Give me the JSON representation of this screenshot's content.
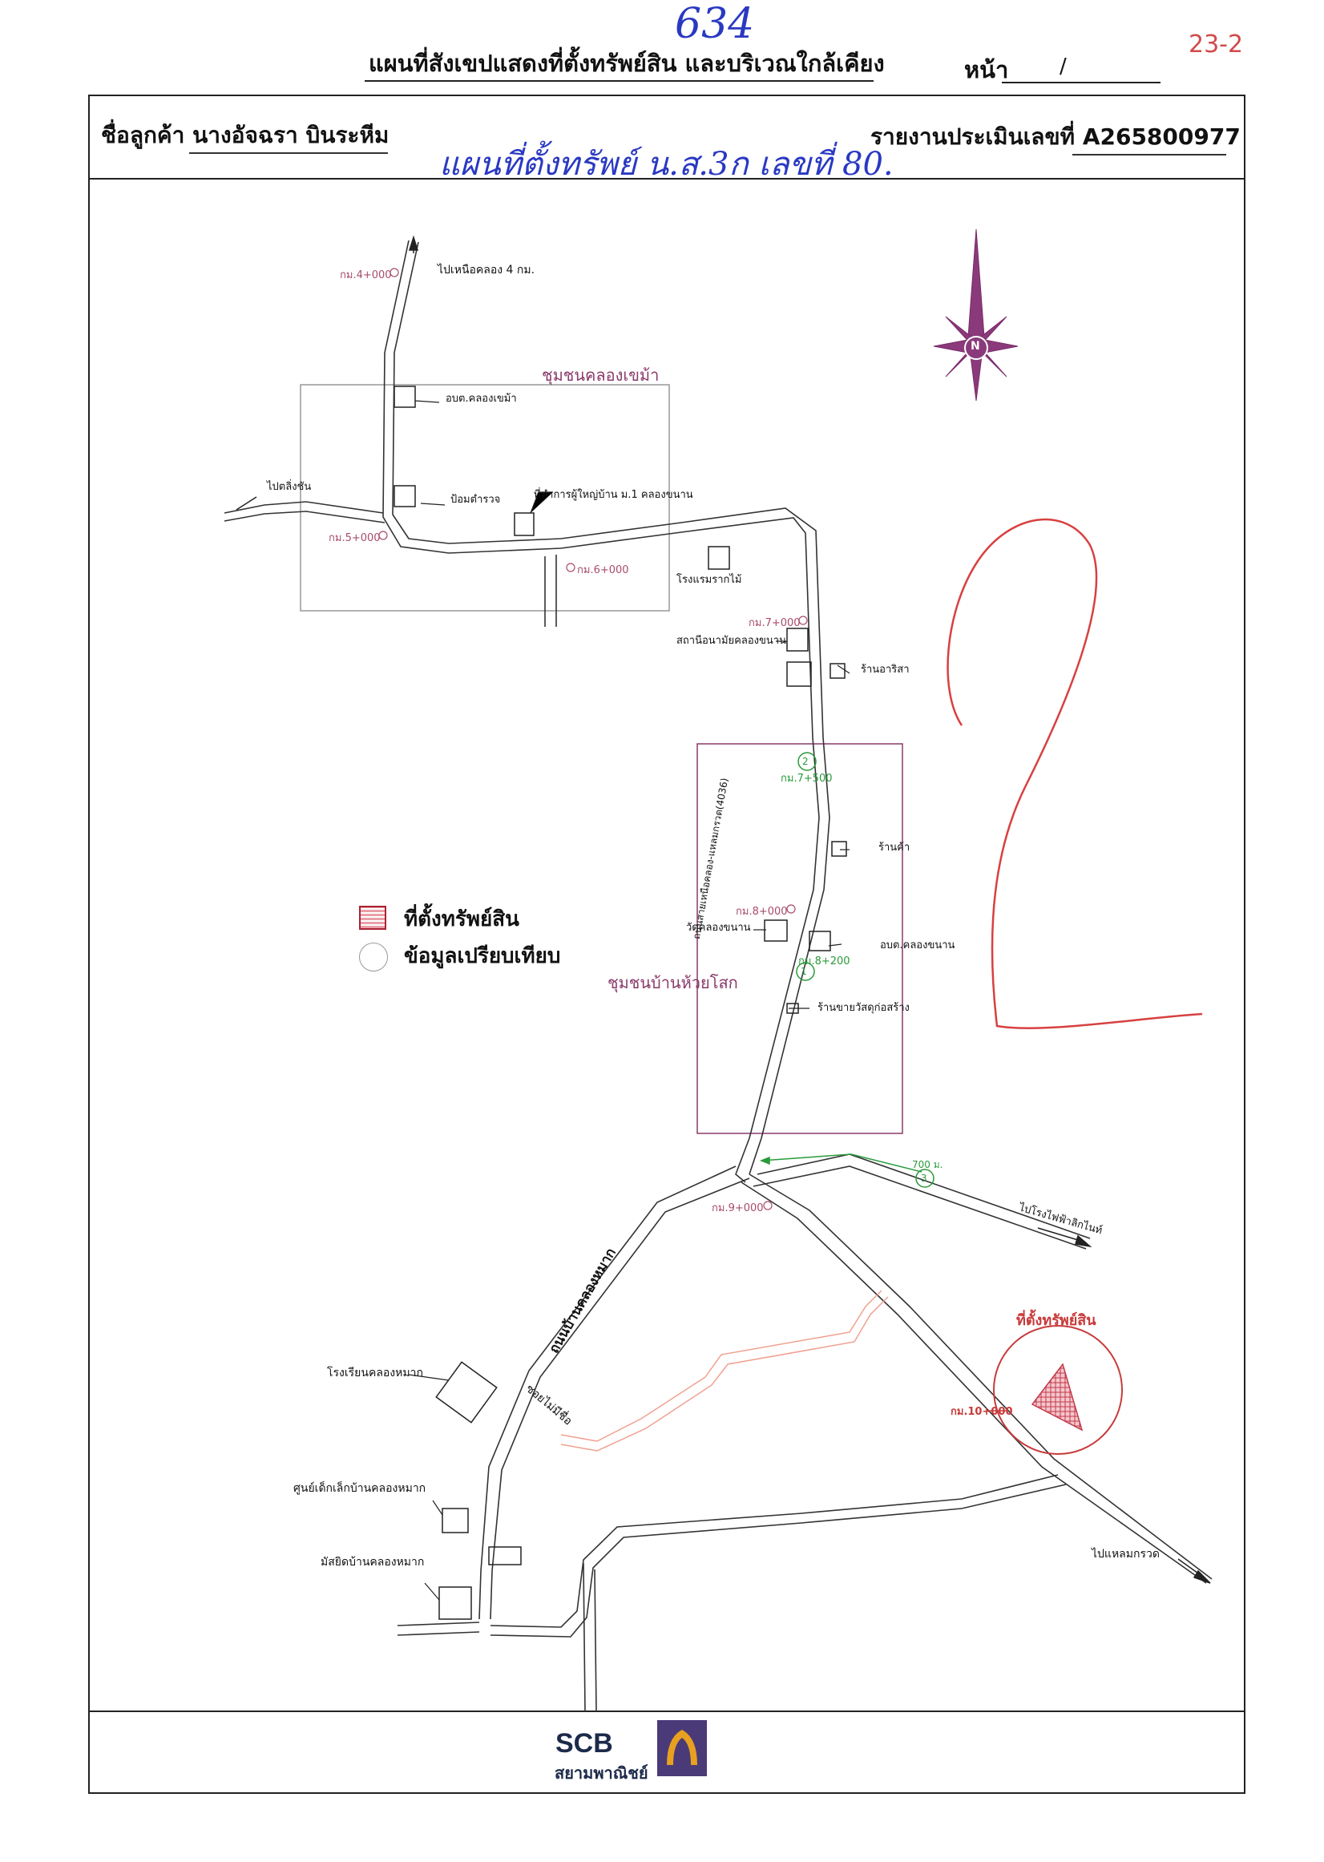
{
  "header": {
    "handwritten_number": "634",
    "title": "แผนที่สังเขปแสดงที่ตั้งทรัพย์สิน และบริเวณใกล้เคียง",
    "page_label": "หน้า",
    "page_slash": "/",
    "page_number": "23-2"
  },
  "info": {
    "customer_label": "ชื่อลูกค้า",
    "customer_name": "นางอัจฉรา  บินระหีม",
    "report_label": "รายงานประเมินเลขที่",
    "report_number": "A265800977",
    "handwritten_note": "แผนที่ตั้งทรัพย์ น.ส.3ก เลขที่ 80."
  },
  "map": {
    "places": {
      "north_canal": "ไปเหนือคลอง 4 กม.",
      "km4": "กม.4+000",
      "community_north": "ชุมชนคลองเขม้า",
      "tambon_office_north": "อบต.คลองเขม้า",
      "to_lingchan": "ไปตลิ่งชัน",
      "police_box": "ป้อมตำรวจ",
      "headman_office": "ที่ทำการผู้ใหญ่บ้าน ม.1 คลองขนาน",
      "km5": "กม.5+000",
      "km6": "กม.6+000",
      "hotel": "โรงแรมรากไม้",
      "km7": "กม.7+000",
      "health_station": "สถานีอนามัยคลองขนาน",
      "shop_arisa": "ร้านอาริสา",
      "km7_5": "กม.7+500",
      "shop": "ร้านค้า",
      "km8": "กม.8+000",
      "temple": "วัดคลองขนาน",
      "tambon_office_khanan": "อบต.คลองขนาน",
      "km8_2": "กม.8+200",
      "road_name": "ถนนสายเหนือคลอง-แหลมกรวด(4036)",
      "community_huaisok": "ชุมชนบ้านห้วยโสก",
      "hardware_shop": "ร้านขายวัสดุก่อสร้าง",
      "dist_700": "700 ม.",
      "km9": "กม.9+000",
      "to_power_plant": "ไปโรงไฟฟ้าลิกไนท์",
      "road_khlong_mak": "ถนนบ้านคลองหมาก",
      "property_label": "ที่ตั้งทรัพย์สิน",
      "school": "โรงเรียนคลองหมาก",
      "unnamed_soi": "ซอยไม่มีชื่อ",
      "km10": "กม.10+000",
      "childcare": "ศูนย์เด็กเล็กบ้านคลองหมาก",
      "mosque": "มัสยิดบ้านคลองหมาก",
      "to_laem_kruat": "ไปแหลมกรวด",
      "marker1": "1",
      "marker2": "2",
      "marker3": "3",
      "north": "N"
    }
  },
  "legend": {
    "property": "ที่ตั้งทรัพย์สิน",
    "comparable": "ข้อมูลเปรียบเทียบ"
  },
  "footer": {
    "bank_short": "SCB",
    "bank_thai": "สยามพาณิชย์"
  },
  "colors": {
    "accent_red": "#d24a4a",
    "ink_blue": "#2a39c2",
    "community_purple": "#8a3a6a",
    "green": "#2a9a3a"
  }
}
